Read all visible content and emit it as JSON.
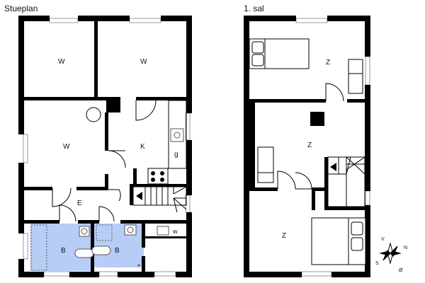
{
  "titles": {
    "ground": "Stueplan",
    "first": "1. sal"
  },
  "colors": {
    "wall": "#000000",
    "bathroom": "#b8cdf5",
    "window": "#c8c8c8",
    "fixture": "#555555"
  },
  "ground_floor": {
    "room_labels": {
      "w_top_left": "W",
      "w_top_right": "W",
      "w_middle": "W",
      "k": "K",
      "g": "g",
      "e": "E",
      "b_left": "B",
      "b_right": "B",
      "w_small": "w"
    }
  },
  "first_floor": {
    "room_labels": {
      "z_top": "Z",
      "z_middle": "Z",
      "z_bottom": "Z"
    }
  },
  "compass": {
    "letters": [
      "V",
      "N",
      "S",
      "Ø"
    ]
  }
}
